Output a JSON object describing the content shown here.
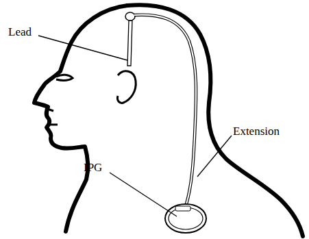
{
  "diagram": {
    "labels": [
      "Lead",
      "Extension",
      "IPG"
    ]
  }
}
